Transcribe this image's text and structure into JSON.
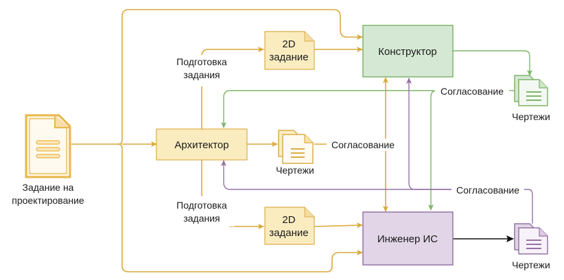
{
  "colors": {
    "yellow_stroke": "#d9ae4a",
    "yellow_fill": "#fbecc0",
    "yellow_line": "#d9a93a",
    "green_stroke": "#7fb46b",
    "green_fill": "#d5e8d4",
    "purple_stroke": "#9673a6",
    "purple_fill": "#e1d5e7",
    "black": "#111111"
  },
  "source": {
    "label_line1": "Задание на",
    "label_line2": "проектирование"
  },
  "roles": {
    "constructor": "Конструктор",
    "architect": "Архитектор",
    "engineer": "Инженер ИС"
  },
  "tasks": {
    "top": {
      "line1": "2D",
      "line2": "задание"
    },
    "bottom": {
      "line1": "2D",
      "line2": "задание"
    }
  },
  "edge_labels": {
    "prep_top_1": "Подготовка",
    "prep_top_2": "задания",
    "prep_bottom_1": "Подготовка",
    "prep_bottom_2": "задания",
    "approval_green": "Согласование",
    "approval_architect": "Согласование",
    "approval_purple": "Согласование"
  },
  "drawings": {
    "architect": "Чертежи",
    "constructor": "Чертежи",
    "engineer": "Чертежи"
  }
}
